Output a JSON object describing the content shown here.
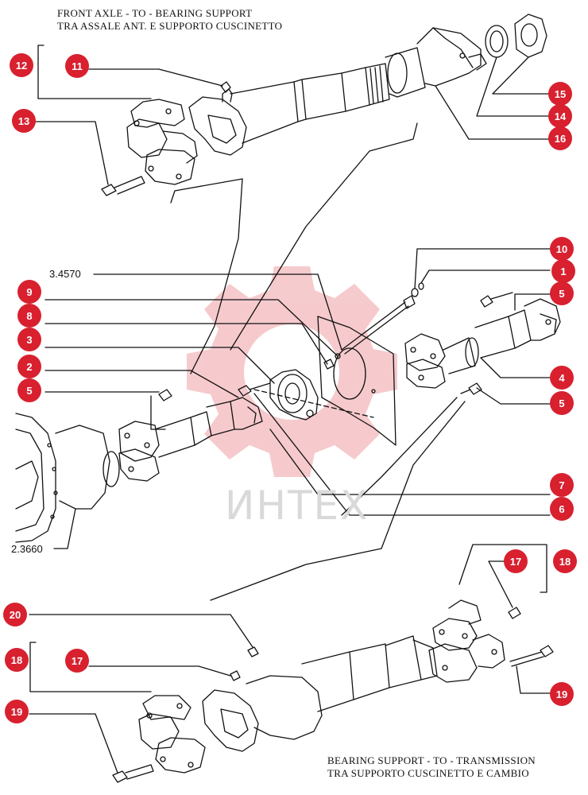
{
  "captions": {
    "top_line1": "FRONT AXLE  - TO -  BEARING SUPPORT",
    "top_line2": "TRA ASSALE ANT. E SUPPORTO CUSCINETTO",
    "bottom_line1": "BEARING SUPPORT - TO - TRANSMISSION",
    "bottom_line2": "TRA  SUPPORTO CUSCINETTO E  CAMBIO"
  },
  "references": {
    "ref_a": "3.4570",
    "ref_b": "2.3660"
  },
  "watermark": "ИНТЕХ",
  "colors": {
    "callout": "#d8202f",
    "line": "#111111",
    "watermark": "#f3b9bd"
  },
  "callouts": [
    {
      "id": "c12",
      "label": "12"
    },
    {
      "id": "c11",
      "label": "11"
    },
    {
      "id": "c13",
      "label": "13"
    },
    {
      "id": "c15",
      "label": "15"
    },
    {
      "id": "c14",
      "label": "14"
    },
    {
      "id": "c16",
      "label": "16"
    },
    {
      "id": "c10",
      "label": "10"
    },
    {
      "id": "c1",
      "label": "1"
    },
    {
      "id": "c5a",
      "label": "5"
    },
    {
      "id": "c9",
      "label": "9"
    },
    {
      "id": "c8",
      "label": "8"
    },
    {
      "id": "c3",
      "label": "3"
    },
    {
      "id": "c2",
      "label": "2"
    },
    {
      "id": "c5b",
      "label": "5"
    },
    {
      "id": "c4",
      "label": "4"
    },
    {
      "id": "c5c",
      "label": "5"
    },
    {
      "id": "c7",
      "label": "7"
    },
    {
      "id": "c6",
      "label": "6"
    },
    {
      "id": "c17a",
      "label": "17"
    },
    {
      "id": "c18a",
      "label": "18"
    },
    {
      "id": "c20",
      "label": "20"
    },
    {
      "id": "c18b",
      "label": "18"
    },
    {
      "id": "c17b",
      "label": "17"
    },
    {
      "id": "c19a",
      "label": "19"
    },
    {
      "id": "c19b",
      "label": "19"
    }
  ]
}
